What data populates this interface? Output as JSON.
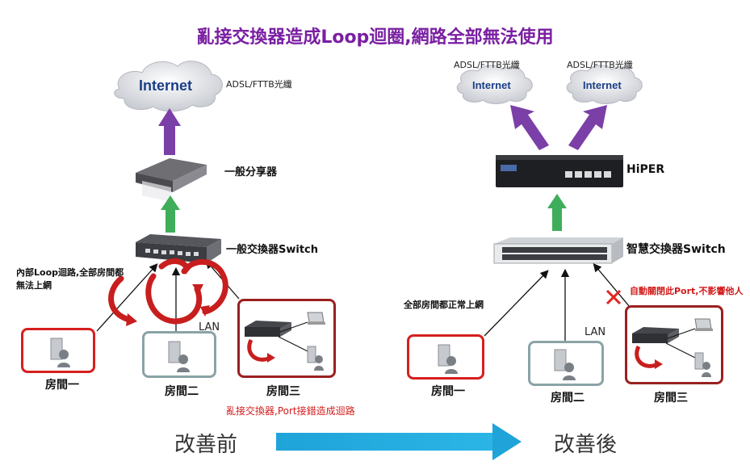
{
  "title": "亂接交換器造成Loop迴圈,網路全部無法使用",
  "cloud_label": "Internet",
  "left": {
    "adsl": "ADSL/FTTB光纖",
    "router": "一般分享器",
    "switch": "一般交換器Switch",
    "note": "內部Loop迴路,全部房間都無法上網",
    "lan": "LAN",
    "rooms": [
      "房間一",
      "房間二",
      "房間三"
    ],
    "warning": "亂接交換器,Port接錯造成迴路",
    "caption": "改善前"
  },
  "right": {
    "adsl": [
      "ADSL/FTTB光纖",
      "ADSL/FTTB光纖"
    ],
    "router": "HiPER",
    "switch": "智慧交換器Switch",
    "note": "全部房間都正常上網",
    "auto_close": "自動關閉此Port,不影響他人",
    "lan": "LAN",
    "rooms": [
      "房間一",
      "房間二",
      "房間三"
    ],
    "caption": "改善後"
  },
  "colors": {
    "title": "#7a1fa2",
    "purple_arrow": "#7b3fa8",
    "green_arrow": "#3fae5a",
    "loop_red": "#c81e1e",
    "blue_arrow": "#1fa3d9"
  }
}
